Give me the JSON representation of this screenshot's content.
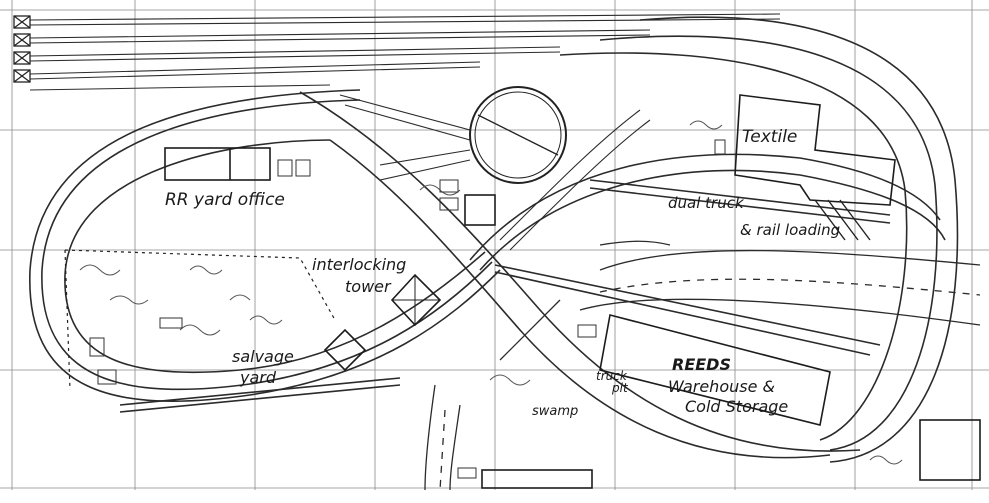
{
  "labels": {
    "textile": "Textile",
    "rr_yard_office": "RR yard office",
    "dual_truck": "dual truck",
    "rail_loading": "& rail loading",
    "interlocking": "interlocking",
    "tower": "tower",
    "salvage": "salvage",
    "yard": "yard",
    "truck": "truck",
    "pit": "pit",
    "swamp": "swamp",
    "reeds": "REEDS",
    "warehouse": "Warehouse &",
    "cold_storage": "Cold Storage"
  },
  "colors": {
    "ink": "#2b2b2b",
    "grid": "#8a8a8a",
    "paper": "#ffffff"
  }
}
